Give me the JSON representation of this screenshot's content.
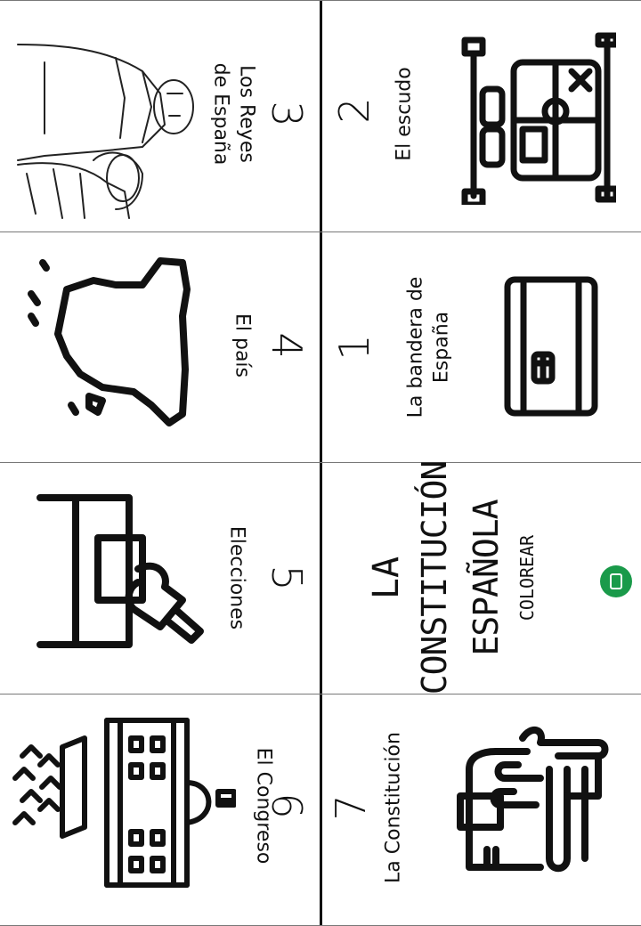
{
  "panels": {
    "p1": {
      "number": "1",
      "label_line1": "La bandera de",
      "label_line2": "España"
    },
    "p2": {
      "number": "2",
      "label": "El escudo"
    },
    "p3": {
      "number": "3",
      "label_line1": "Los Reyes",
      "label_line2": "de España"
    },
    "p4": {
      "number": "4",
      "label": "El país"
    },
    "p5": {
      "number": "5",
      "label": "Elecciones"
    },
    "p6": {
      "number": "6",
      "label": "El Congreso"
    },
    "p7": {
      "number": "7",
      "label": "La Constitución"
    }
  },
  "cover": {
    "line1": "LA",
    "line2": "CONSTITUCIÓN",
    "line3": "ESPAÑOLA",
    "subtitle": "COLOREAR"
  },
  "colors": {
    "logo": "#1a9a4a",
    "ink": "#111111"
  }
}
